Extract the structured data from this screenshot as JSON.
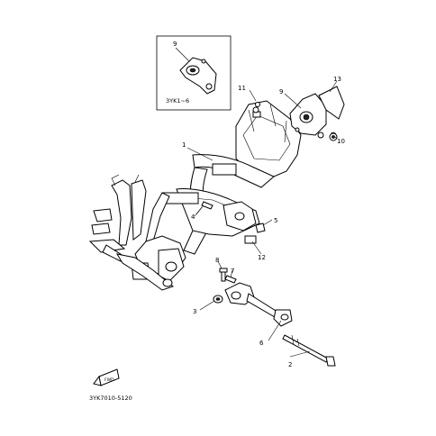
{
  "diagram": {
    "inset_variant_label": "3YK1~6",
    "figure_code": "3YK7010-5120",
    "forward_badge_label": "FWD",
    "callouts": [
      {
        "id": "c1",
        "text": "1"
      },
      {
        "id": "c2",
        "text": "2"
      },
      {
        "id": "c3",
        "text": "3"
      },
      {
        "id": "c4",
        "text": "4"
      },
      {
        "id": "c5",
        "text": "5"
      },
      {
        "id": "c6",
        "text": "6"
      },
      {
        "id": "c7",
        "text": "7"
      },
      {
        "id": "c8",
        "text": "8"
      },
      {
        "id": "c9a",
        "text": "9"
      },
      {
        "id": "c9b",
        "text": "9"
      },
      {
        "id": "c10",
        "text": "10"
      },
      {
        "id": "c11",
        "text": "11"
      },
      {
        "id": "c12",
        "text": "12"
      },
      {
        "id": "c13",
        "text": "13"
      }
    ]
  }
}
